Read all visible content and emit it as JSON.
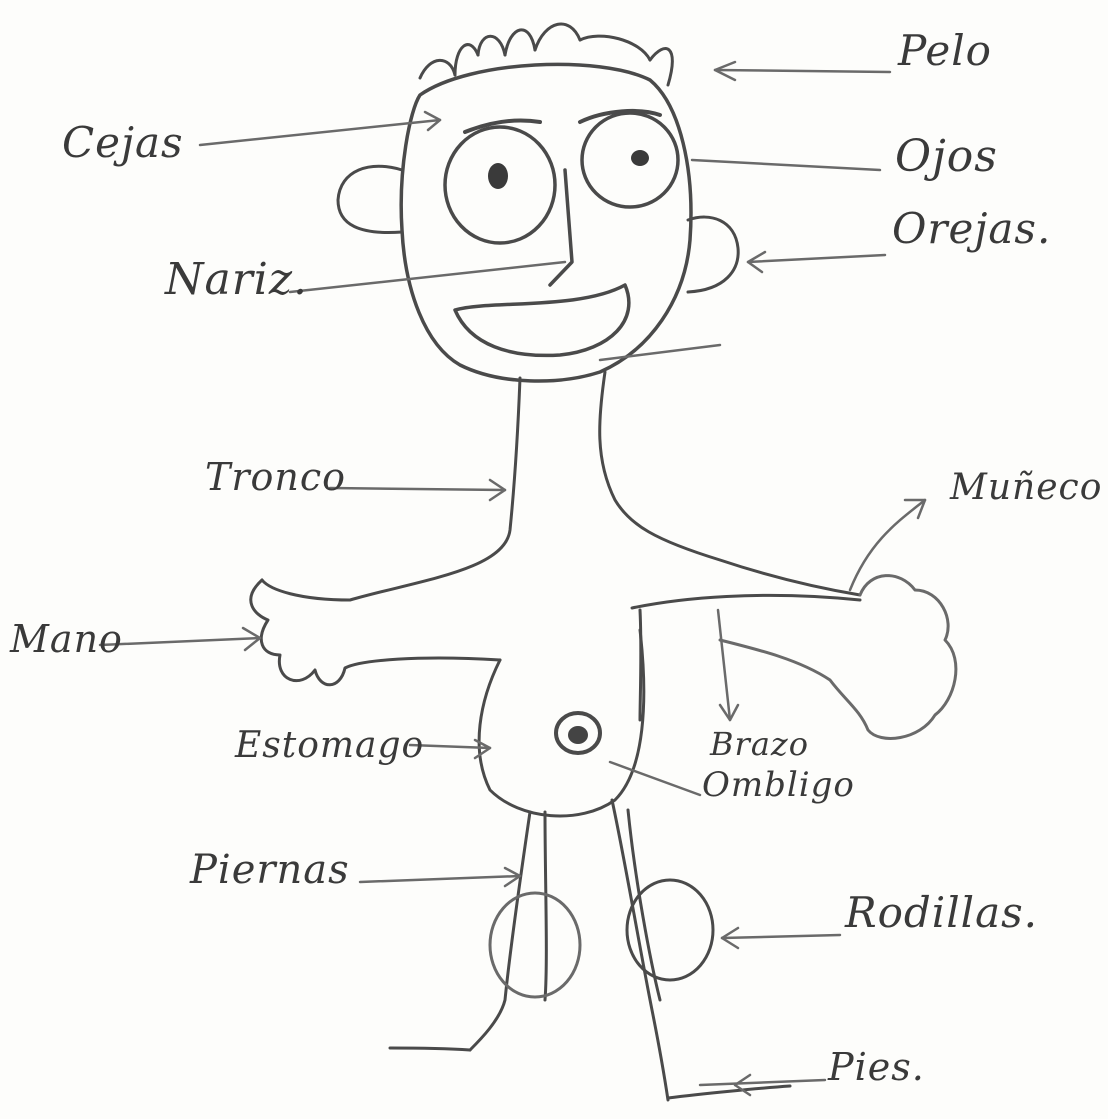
{
  "labels": {
    "pelo": "Pelo",
    "cejas": "Cejas",
    "ojos": "Ojos",
    "orejas": "Orejas.",
    "nariz": "Nariz.",
    "tronco": "Tronco",
    "muneco": "Muñeco",
    "mano": "Mano",
    "estomago": "Estomago",
    "brazo": "Brazo",
    "ombligo": "Ombligo",
    "piernas": "Piernas",
    "rodillas": "Rodillas.",
    "pies": "Pies."
  }
}
